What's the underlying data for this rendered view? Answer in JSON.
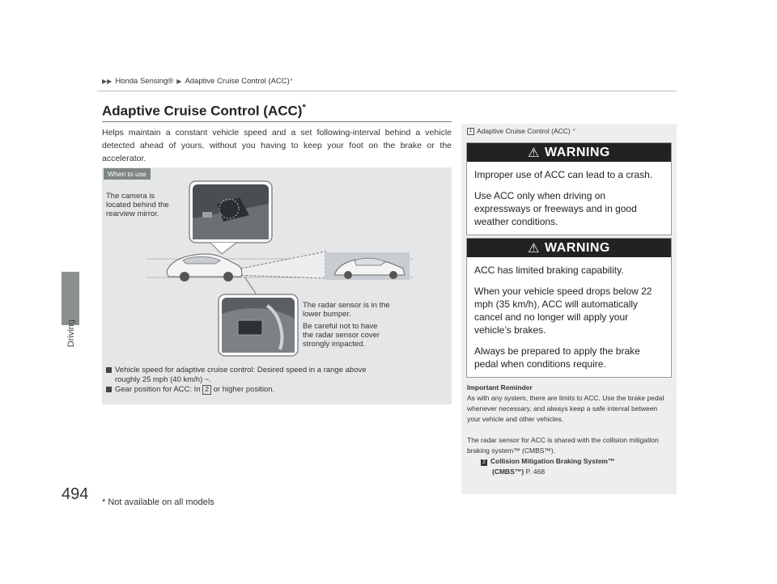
{
  "page": {
    "number": "494",
    "section_tab": "Driving"
  },
  "breadcrumb": {
    "item1": "Honda Sensing®",
    "item2": "Adaptive Cruise Control (ACC)",
    "item2_mark": "*"
  },
  "title": {
    "text": "Adaptive Cruise Control (ACC)",
    "mark": "*"
  },
  "intro": "Helps maintain a constant vehicle speed and a set following-interval behind a vehicle detected ahead of yours, without you having to keep your foot on the brake or the accelerator.",
  "usage": {
    "tag": "When to use",
    "camera_label": [
      "The camera is",
      "located behind the",
      "rearview mirror."
    ],
    "radar_label": [
      "The radar sensor is in the",
      "lower bumper."
    ],
    "radar_caution": [
      "Be careful not to have",
      "the radar sensor cover",
      "strongly impacted."
    ],
    "notes": {
      "speed_line1": "Vehicle speed for adaptive cruise control: Desired speed in a range above",
      "speed_line2": "roughly 25 mph (40 km/h) ~.",
      "gear_prefix": "Gear position for ACC: In",
      "gear_value": "2",
      "gear_suffix": "or higher position."
    }
  },
  "sidebar": {
    "heading": "Adaptive Cruise Control (ACC)",
    "heading_mark": "*",
    "warning1": {
      "label": "WARNING",
      "p1": "Improper use of ACC can lead to a crash.",
      "p2": "Use ACC only when driving on expressways or freeways and in good weather conditions."
    },
    "warning2": {
      "label": "WARNING",
      "p1": "ACC has limited braking capability.",
      "p2": "When your vehicle speed drops below 22 mph (35 km/h), ACC will automatically cancel and no longer will apply your vehicle’s brakes.",
      "p3": "Always be prepared to apply the brake pedal when conditions require."
    },
    "reminder": {
      "title": "Important Reminder",
      "p1": "As with any system, there are limits to ACC. Use the brake pedal whenever necessary, and always keep a safe interval between your vehicle and other vehicles.",
      "p2": "The radar sensor for ACC is shared with the collision mitigation braking system™ (CMBS™).",
      "xref_title1": "Collision Mitigation Braking System™",
      "xref_title2": "(CMBS™)",
      "xref_page": "P. 468"
    }
  },
  "footnote": "* Not available on all models"
}
